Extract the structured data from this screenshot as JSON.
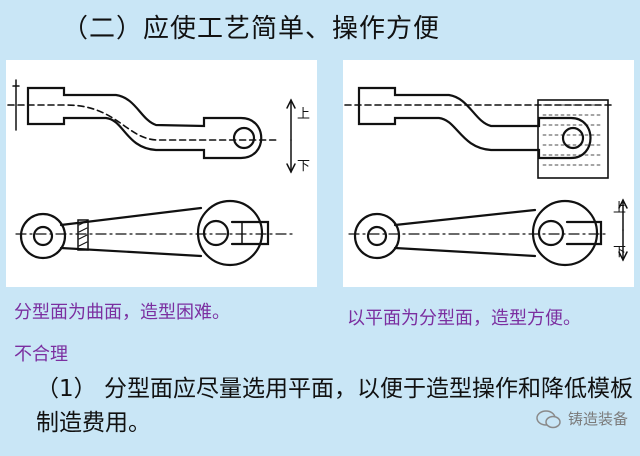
{
  "title": "（二）应使工艺简单、操作方便",
  "left": {
    "label_top": "上",
    "label_bottom": "下",
    "caption": "分型面为曲面，造型困难。",
    "caption2": "不合理"
  },
  "right": {
    "label_top": "上",
    "label_bottom": "下",
    "caption": "以平面为分型面，造型方便。"
  },
  "body": "（1）  分型面应尽量选用平面，以便于造型操作和降低模板制造费用。",
  "watermark": "铸造装备",
  "colors": {
    "background": "#c9e6f6",
    "caption": "#7b2fa0",
    "panel": "#ffffff"
  }
}
